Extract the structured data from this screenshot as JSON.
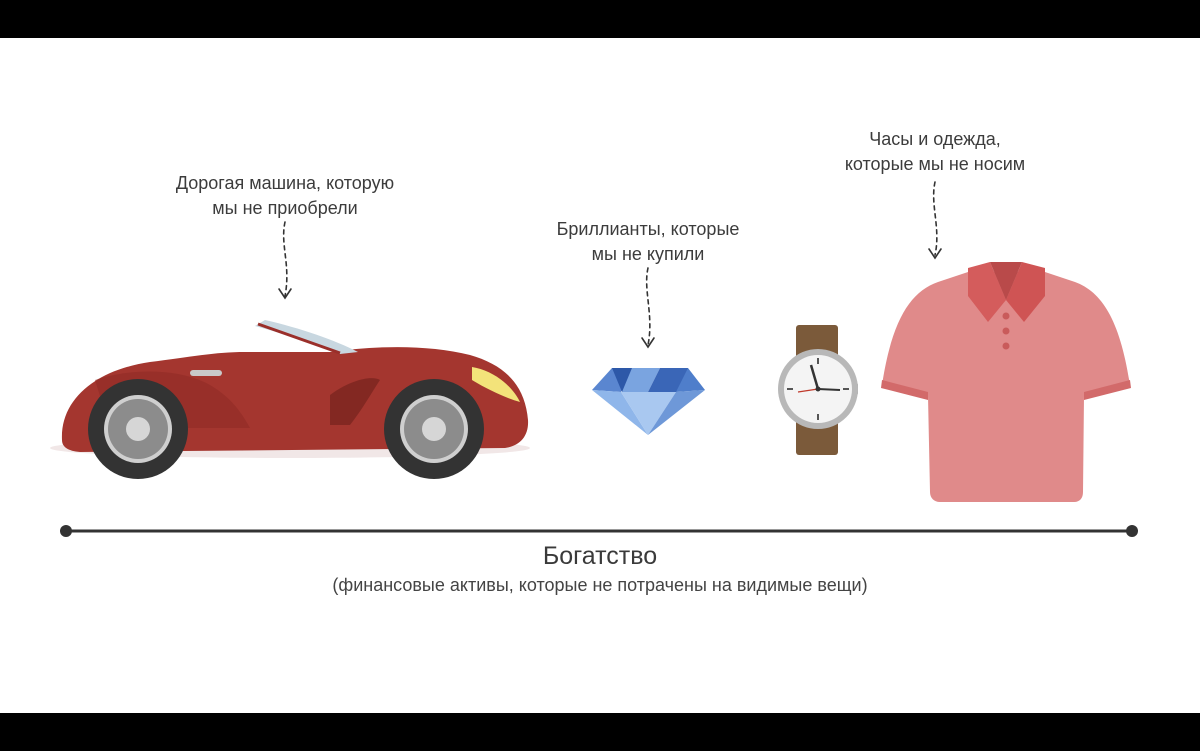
{
  "captions": {
    "car": [
      "Дорогая машина, которую",
      "мы не приобрели"
    ],
    "diamond": [
      "Бриллианты, которые",
      "мы не купили"
    ],
    "clothes": [
      "Часы и одежда,",
      "которые мы не носим"
    ]
  },
  "axis": {
    "title": "Богатство",
    "subtitle": "(финансовые активы, которые не потрачены на видимые вещи)"
  },
  "colors": {
    "car_body": "#a4362f",
    "shirt": "#e08a8a",
    "watch_strap": "#7b5a3a",
    "diamond": "#3f6fbf",
    "axis_line": "#333333"
  }
}
